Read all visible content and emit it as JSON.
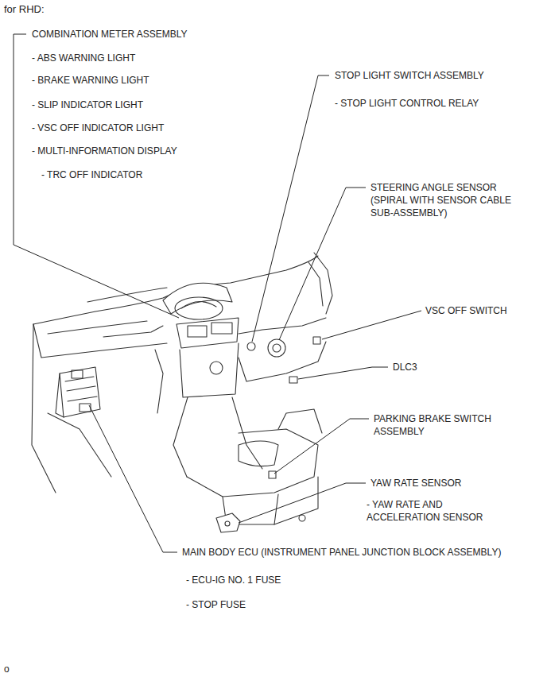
{
  "diagram": {
    "title": "for RHD:",
    "labels": [
      "COMBINATION METER ASSEMBLY",
      "- ABS WARNING LIGHT",
      "- BRAKE WARNING LIGHT",
      "- SLIP INDICATOR LIGHT",
      "- VSC OFF INDICATOR LIGHT",
      "- MULTI-INFORMATION DISPLAY",
      "- TRC OFF INDICATOR",
      "STOP LIGHT SWITCH ASSEMBLY",
      "- STOP LIGHT CONTROL RELAY",
      "STEERING ANGLE SENSOR (SPIRAL WITH SENSOR CABLE SUB-ASSEMBLY)",
      "VSC OFF SWITCH",
      "DLC3",
      "PARKING BRAKE SWITCH ASSEMBLY",
      "YAW RATE SENSOR",
      "- YAW RATE AND ACCELERATION SENSOR",
      "MAIN BODY ECU (INSTRUMENT PANEL JUNCTION BLOCK ASSEMBLY)",
      "- ECU-IG NO. 1 FUSE",
      "- STOP FUSE",
      "o"
    ]
  }
}
